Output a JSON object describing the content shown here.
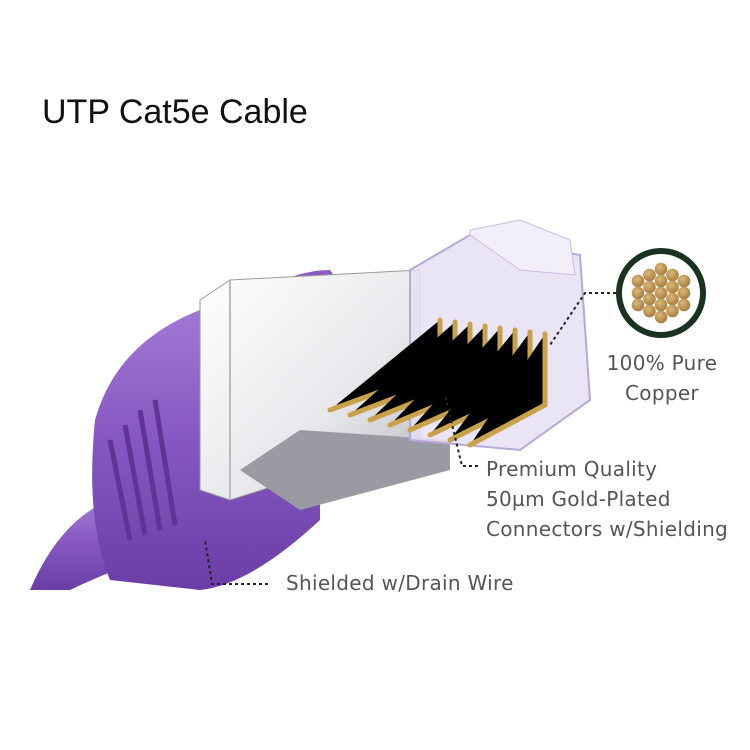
{
  "title": "UTP Cat5e Cable",
  "labels": {
    "copper": [
      "100% Pure",
      "Copper"
    ],
    "connector": [
      "Premium Quality",
      "50µm Gold-Plated",
      "Connectors w/Shielding"
    ],
    "shield": "Shielded w/Drain Wire"
  },
  "colors": {
    "cable": "#8a5cc4",
    "copper_ring": "#1a3320",
    "copper_strand": "#c49a55",
    "text": "#555555"
  }
}
